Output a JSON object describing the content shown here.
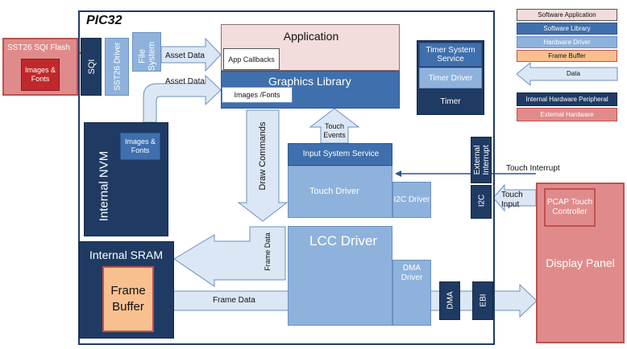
{
  "pic32": {
    "title": "PIC32"
  },
  "flash": {
    "title": "SST26 SQI Flash",
    "images": "Images & Fonts"
  },
  "sqi": {
    "sqi": "SQI",
    "driver": "SST26 Driver",
    "fs": "File System"
  },
  "arrows": {
    "asset1": "Asset Data",
    "asset2": "Asset Data",
    "draw": "Draw Commands",
    "touch_events": "Touch Events",
    "frame_data_v": "Frame Data",
    "frame_data": "Frame Data",
    "touch_interrupt": "Touch Interrupt",
    "touch_input": "Touch Input"
  },
  "app": {
    "title": "Application",
    "callbacks": "App Callbacks"
  },
  "gfx": {
    "title": "Graphics Library",
    "images": "Images /Fonts"
  },
  "timer": {
    "service": "Timer System Service",
    "driver": "Timer Driver",
    "timer": "Timer"
  },
  "nvm": {
    "title": "Internal NVM",
    "images": "Images & Fonts"
  },
  "input": {
    "service": "Input System Service",
    "touch_driver": "Touch Driver",
    "i2c_driver": "I2C Driver"
  },
  "ext_int": "External Interrupt",
  "i2c": "I2C",
  "lcc": {
    "title": "LCC Driver",
    "dma_driver": "DMA Driver",
    "dma": "DMA",
    "ebi": "EBI"
  },
  "sram": {
    "title": "Internal SRAM",
    "frame_buffer": "Frame Buffer"
  },
  "display": {
    "touch": "PCAP Touch Controller",
    "panel": "Display Panel"
  },
  "legend": {
    "software_application": "Software Application",
    "software_library": "Software Library",
    "hardware_driver": "Hardware Driver",
    "frame_buffer": "Frame Buffer",
    "data": "Data",
    "internal_peripheral": "Internal Hardware Peripheral",
    "external_hardware": "External Hardware"
  },
  "colors": {
    "navy": "#1f3b63",
    "blue": "#3f6fad",
    "light_blue": "#8fb2dc",
    "pink": "#f3dcdc",
    "red": "#e08b8b",
    "orange": "#f9c08f"
  }
}
